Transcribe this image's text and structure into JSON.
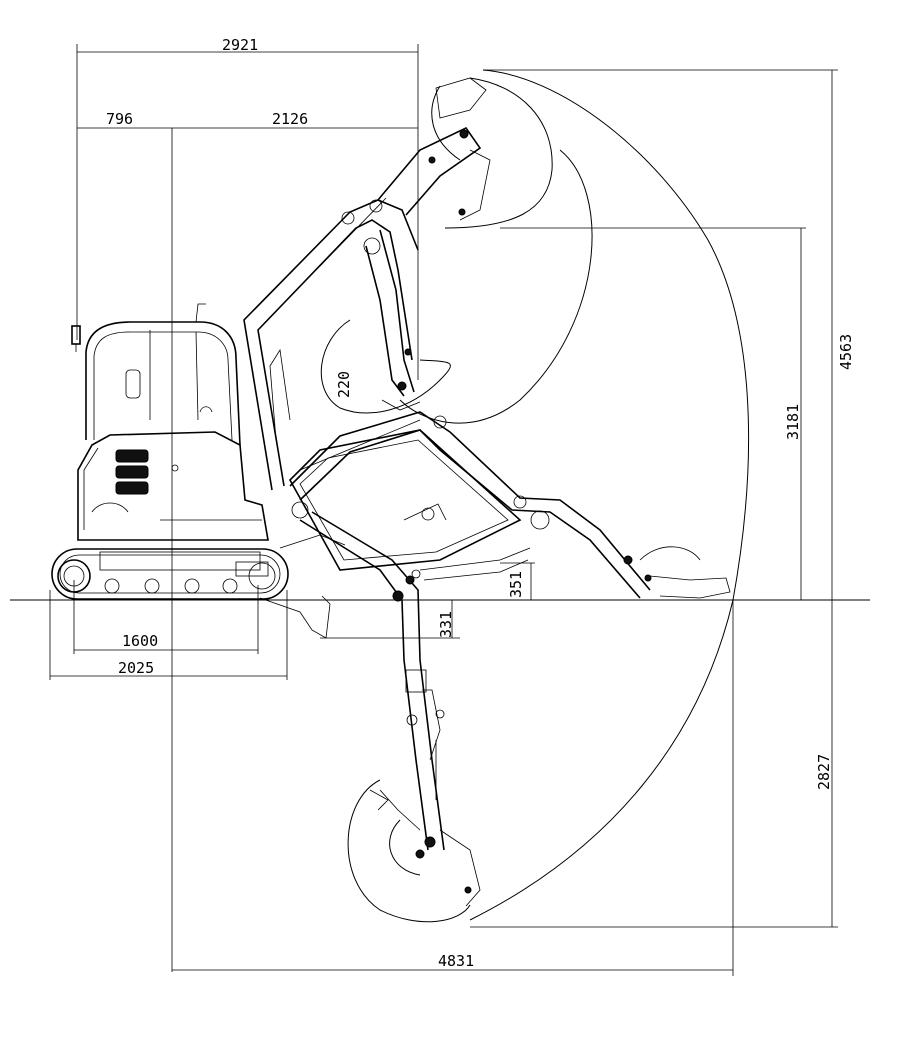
{
  "dimensions": {
    "overall_front_reach": "2921",
    "rear_overhang": "796",
    "front_offset": "2126",
    "max_dig_height": "4563",
    "max_dump_height": "3181",
    "blade_lift": "351",
    "blade_depth": "331",
    "max_dig_depth": "2827",
    "tumbler_distance": "1600",
    "track_length": "2025",
    "max_reach": "4831",
    "swing_angle": "220"
  },
  "colors": {
    "line": "#000000",
    "background": "#ffffff"
  }
}
